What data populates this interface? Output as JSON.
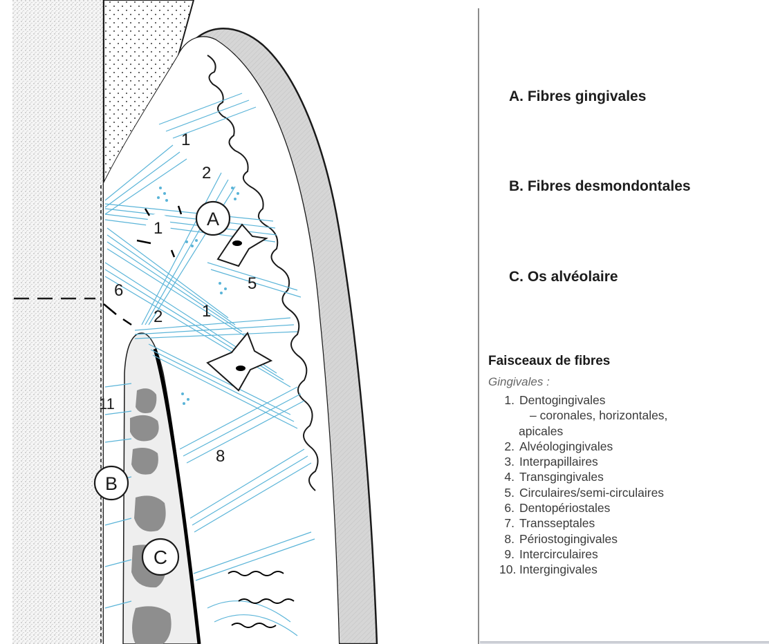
{
  "diagram": {
    "region_labels": [
      {
        "id": "A",
        "text": "A"
      },
      {
        "id": "B",
        "text": "B"
      },
      {
        "id": "C",
        "text": "C"
      }
    ],
    "fiber_numbers": [
      "1",
      "2",
      "1",
      "6",
      "2",
      "1",
      "5",
      "11",
      "8"
    ]
  },
  "legend": [
    {
      "text": "A. Fibres gingivales"
    },
    {
      "text": "B. Fibres desmondontales"
    },
    {
      "text": "C. Os alvéolaire"
    }
  ],
  "fiber_key": {
    "heading": "Faisceaux de fibres",
    "subheading": "Gingivales :",
    "items": [
      {
        "num": "1.",
        "label": "Dentogingivales"
      },
      {
        "num": "",
        "label": "– coronales, horizontales,"
      },
      {
        "num": "",
        "label": "apicales"
      },
      {
        "num": "2.",
        "label": "Alvéologingivales"
      },
      {
        "num": "3.",
        "label": "Interpapillaires"
      },
      {
        "num": "4.",
        "label": "Transgingivales"
      },
      {
        "num": "5.",
        "label": "Circulaires/semi-circulaires"
      },
      {
        "num": "6.",
        "label": "Dentopériostales"
      },
      {
        "num": "7.",
        "label": "Transseptales"
      },
      {
        "num": "8.",
        "label": "Périostogingivales"
      },
      {
        "num": "9.",
        "label": "Intercirculaires"
      },
      {
        "num": "10.",
        "label": "Intergingivales"
      }
    ]
  },
  "colors": {
    "fiber": "#5ab4d8",
    "tissue": "#d8d8d8",
    "bone_spot": "#8e8e8e",
    "ink": "#1a1a1a"
  }
}
